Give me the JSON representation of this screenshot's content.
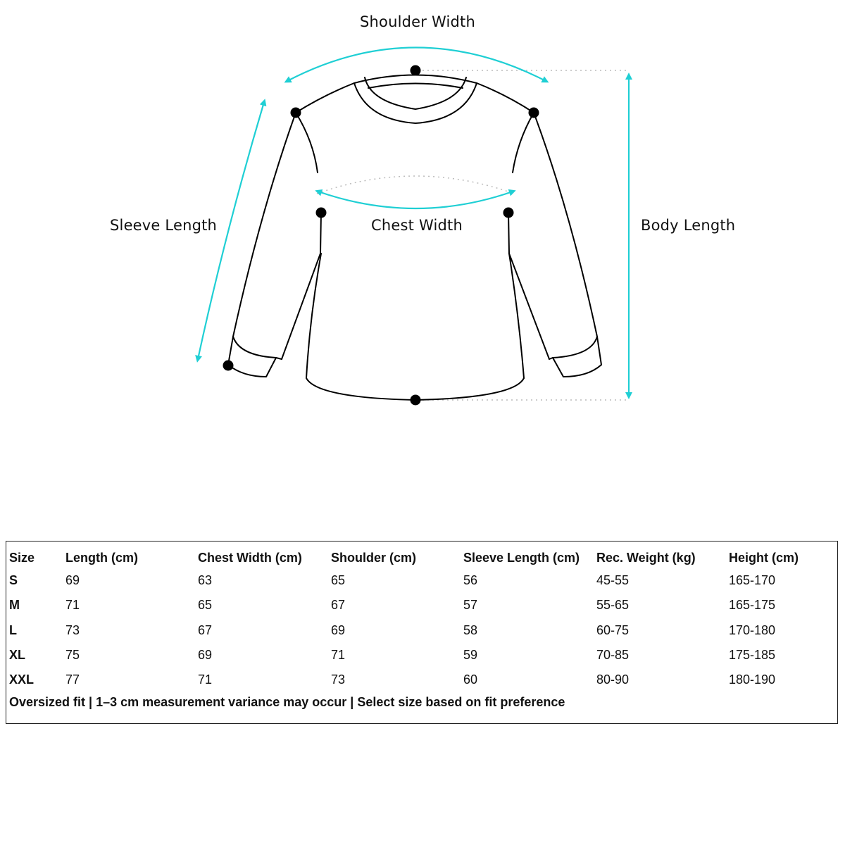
{
  "diagram": {
    "accent_color": "#1fcfd4",
    "labels": {
      "shoulder_width": "Shoulder Width",
      "sleeve_length": "Sleeve Length",
      "chest_width": "Chest Width",
      "body_length": "Body Length"
    }
  },
  "table": {
    "headers": [
      "Size",
      "Length (cm)",
      "Chest Width (cm)",
      "Shoulder (cm)",
      "Sleeve Length (cm)",
      "Rec. Weight (kg)",
      "Height (cm)"
    ],
    "rows": [
      [
        "S",
        "69",
        "63",
        "65",
        "56",
        "45-55",
        "165-170"
      ],
      [
        "M",
        "71",
        "65",
        "67",
        "57",
        "55-65",
        "165-175"
      ],
      [
        "L",
        "73",
        "67",
        "69",
        "58",
        "60-75",
        "170-180"
      ],
      [
        "XL",
        "75",
        "69",
        "71",
        "59",
        "70-85",
        "175-185"
      ],
      [
        "XXL",
        "77",
        "71",
        "73",
        "60",
        "80-90",
        "180-190"
      ]
    ],
    "note": "Oversized fit | 1–3 cm measurement variance may occur | Select size based on fit preference"
  }
}
